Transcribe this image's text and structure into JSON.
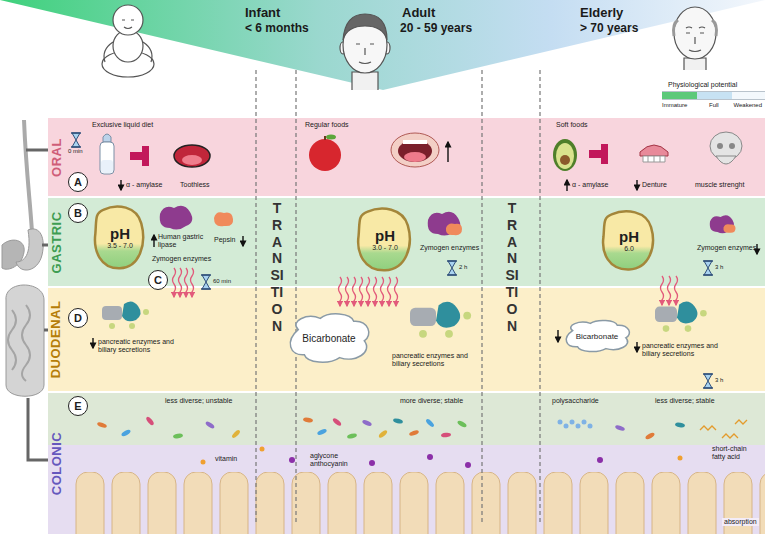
{
  "diagram": {
    "nodes": [
      {
        "text": [
          "ORAL"
        ]
      },
      {
        "text": [
          "A"
        ],
        "in": 0
      },
      {
        "text": [
          "GASTRIC"
        ]
      },
      {
        "text": [
          "B"
        ],
        "in": 2
      },
      {
        "text": [
          "pH",
          "3.5 - 7.0"
        ],
        "in": 2
      },
      {
        "text": [
          "pH",
          "3.0 - 7.0"
        ],
        "in": 2
      },
      {
        "text": [
          "pH",
          "6.0"
        ],
        "in": 2
      },
      {
        "text": [
          "C"
        ],
        "in": 2
      },
      {
        "text": [
          "DUODENAL"
        ]
      },
      {
        "text": [
          "D"
        ],
        "in": 8
      },
      {
        "text": [
          "Bicarbonate"
        ],
        "in": 8
      },
      {
        "text": [
          "Bicarbonate"
        ],
        "in": 8
      },
      {
        "text": [
          "COLONIC"
        ]
      },
      {
        "text": [
          "E"
        ],
        "in": 12
      }
    ],
    "labels": [
      "Infant",
      "< 6 months",
      "Adult",
      "20 - 59 years",
      "Elderly",
      "> 70 years",
      "Physiological potential",
      "Exclusive liquid diet",
      "0 min",
      "α - amylase",
      "Toothless",
      "Regular foods",
      "Soft foods",
      "α - amylase",
      "Denture",
      "muscle strenght",
      "Human gastric lipase",
      "Pepsin",
      "Zymogen enzymes",
      "60 min",
      "Zymogen enzymes",
      "2 h",
      "Zymogen enzymes",
      "3 h",
      "TRANSITION",
      "TRANSITION",
      "pancreatic enzymes and biliary secretions",
      "pancreatic enzymes and biliary secretions",
      "pancreatic enzymes and biliary secretions",
      "3 h",
      "less diverse; unstable",
      "vitamin",
      "aglycone anthocyanin",
      "more diverse; stable",
      "polysaccharide",
      "less diverse; stable",
      "short-chain fatty acid",
      "absorption"
    ],
    "legend": [
      {
        "text": "Immature",
        "color": "#5cc97a"
      },
      {
        "text": "Full",
        "color": "#c7e2f3"
      },
      {
        "text": "Weakened",
        "color": "#f3f8fc"
      }
    ]
  }
}
